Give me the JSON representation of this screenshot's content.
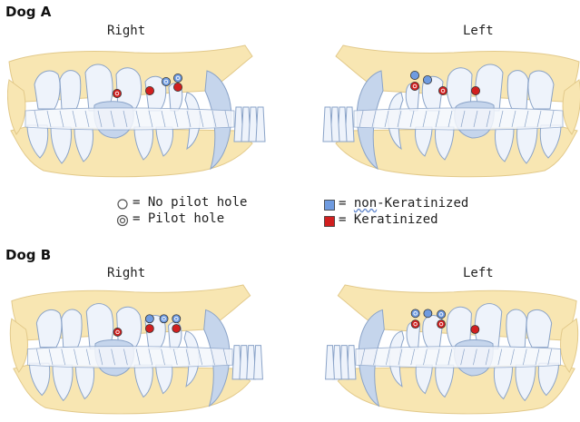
{
  "dog_a": {
    "title": "Dog A",
    "right_label": "Right",
    "left_label": "Left",
    "right_markers": [
      {
        "kind": "pilot",
        "color": "keratinized"
      },
      {
        "kind": "no_pilot",
        "color": "keratinized"
      },
      {
        "kind": "pilot",
        "color": "non_keratinized"
      },
      {
        "kind": "pilot",
        "color": "non_keratinized"
      },
      {
        "kind": "no_pilot",
        "color": "keratinized"
      }
    ],
    "left_markers": [
      {
        "kind": "no_pilot",
        "color": "non_keratinized"
      },
      {
        "kind": "no_pilot",
        "color": "non_keratinized"
      },
      {
        "kind": "pilot",
        "color": "keratinized"
      },
      {
        "kind": "pilot",
        "color": "keratinized"
      },
      {
        "kind": "no_pilot",
        "color": "keratinized"
      }
    ]
  },
  "dog_b": {
    "title": "Dog B",
    "right_label": "Right",
    "left_label": "Left",
    "right_markers": [
      {
        "kind": "pilot",
        "color": "keratinized"
      },
      {
        "kind": "no_pilot",
        "color": "non_keratinized"
      },
      {
        "kind": "no_pilot",
        "color": "keratinized"
      },
      {
        "kind": "pilot",
        "color": "non_keratinized"
      },
      {
        "kind": "pilot",
        "color": "non_keratinized"
      },
      {
        "kind": "no_pilot",
        "color": "keratinized"
      }
    ],
    "left_markers": [
      {
        "kind": "pilot",
        "color": "non_keratinized"
      },
      {
        "kind": "no_pilot",
        "color": "non_keratinized"
      },
      {
        "kind": "pilot",
        "color": "non_keratinized"
      },
      {
        "kind": "pilot",
        "color": "keratinized"
      },
      {
        "kind": "pilot",
        "color": "keratinized"
      },
      {
        "kind": "no_pilot",
        "color": "keratinized"
      }
    ]
  },
  "legend": {
    "no_pilot": "= No pilot hole",
    "pilot": "= Pilot hole",
    "non_keratinized_prefix": "= ",
    "non_keratinized_word": "non",
    "non_keratinized_rest": "-Keratinized",
    "keratinized": "= Keratinized"
  },
  "colors": {
    "bone": "#f8e6b2",
    "bone_edge": "#e2c98a",
    "tooth": "#eef3fb",
    "tooth_edge": "#8aa3c8",
    "tooth_dark": "#c5d5ec",
    "non_keratinized": "#6f9be0",
    "keratinized": "#d11f1f"
  }
}
